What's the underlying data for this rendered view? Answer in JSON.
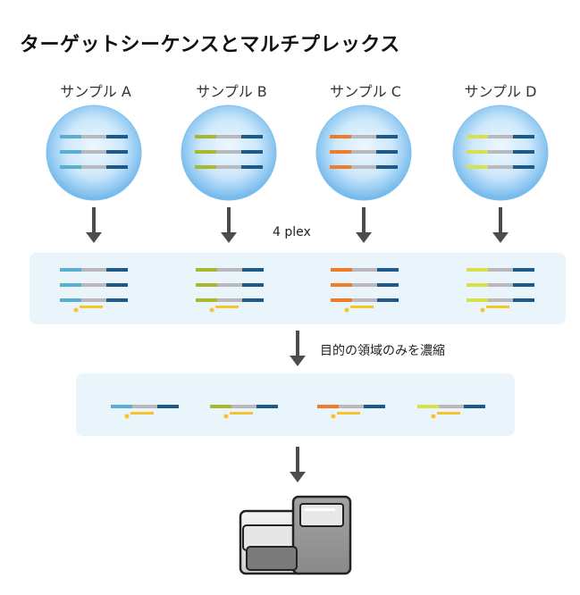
{
  "title": "ターゲットシーケンスとマルチプレックス",
  "samples": [
    {
      "label": "サンプル A",
      "color": "#5aaed0"
    },
    {
      "label": "サンプル B",
      "color": "#a9b92d"
    },
    {
      "label": "サンプル C",
      "color": "#ee7d2b"
    },
    {
      "label": "サンプル D",
      "color": "#d8e04a"
    }
  ],
  "plex_label": "4 plex",
  "enrich_label": "目的の領域のみを濃縮",
  "colors": {
    "insert": "#b8b8bd",
    "adapter": "#1d5a8a",
    "probe": "#f6c42c",
    "arrow": "#4d4d4d",
    "panel": "#eaf4fb"
  }
}
